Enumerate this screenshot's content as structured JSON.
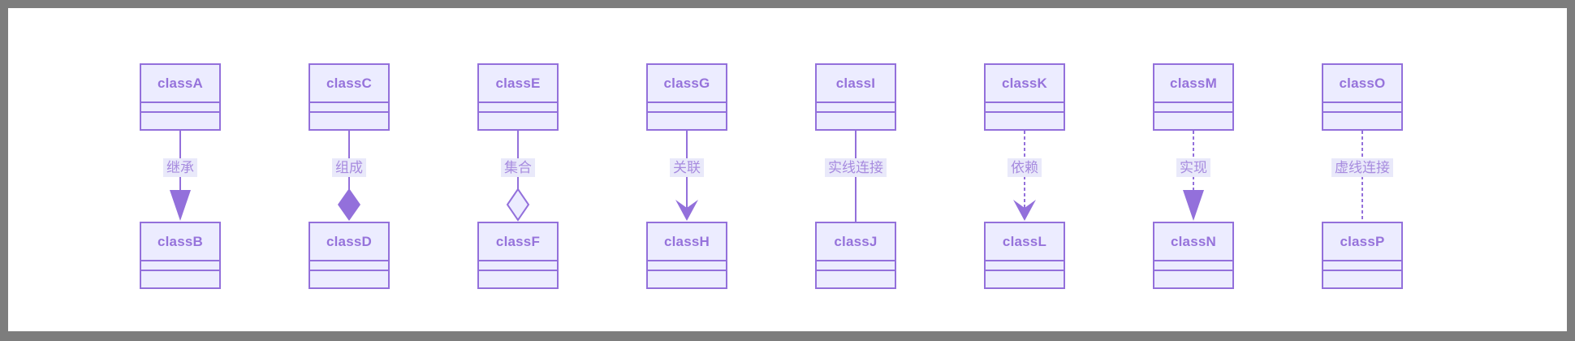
{
  "diagram": {
    "type": "uml-class-diagram",
    "colors": {
      "frame": "#7D7D7D",
      "canvas": "#FFFFFF",
      "node_fill": "#ECECFF",
      "node_border": "#9370DB",
      "node_text": "#9673DB",
      "label_text": "#A78BDF",
      "label_bg": "#E9E9FA",
      "edge": "#9370DB"
    },
    "pairs": [
      {
        "top": "classA",
        "bottom": "classB",
        "label": "继承",
        "relation": "inheritance",
        "line": "solid",
        "marker": "triangle-filled"
      },
      {
        "top": "classC",
        "bottom": "classD",
        "label": "组成",
        "relation": "composition",
        "line": "solid",
        "marker": "diamond-filled"
      },
      {
        "top": "classE",
        "bottom": "classF",
        "label": "集合",
        "relation": "aggregation",
        "line": "solid",
        "marker": "diamond-hollow"
      },
      {
        "top": "classG",
        "bottom": "classH",
        "label": "关联",
        "relation": "association",
        "line": "solid",
        "marker": "vee"
      },
      {
        "top": "classI",
        "bottom": "classJ",
        "label": "实线连接",
        "relation": "solid-link",
        "line": "solid",
        "marker": "none"
      },
      {
        "top": "classK",
        "bottom": "classL",
        "label": "依赖",
        "relation": "dependency",
        "line": "dashed",
        "marker": "vee"
      },
      {
        "top": "classM",
        "bottom": "classN",
        "label": "实现",
        "relation": "realization",
        "line": "dashed",
        "marker": "triangle-filled"
      },
      {
        "top": "classO",
        "bottom": "classP",
        "label": "虚线连接",
        "relation": "dashed-link",
        "line": "dashed",
        "marker": "none"
      }
    ]
  }
}
